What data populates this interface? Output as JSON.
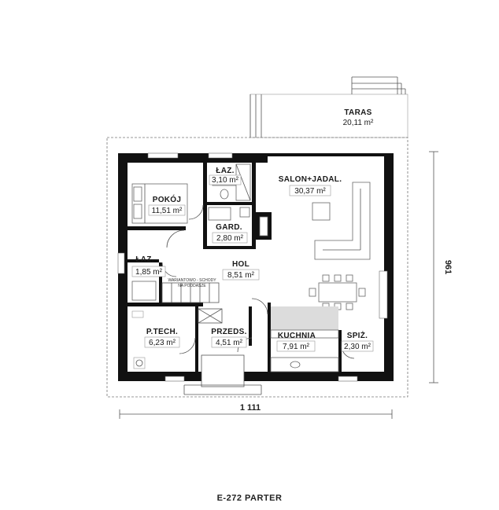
{
  "plan": {
    "caption": "E-272 PARTER",
    "dimensions": {
      "width": "1 111",
      "depth": "961"
    },
    "rooms": {
      "taras": {
        "name": "TARAS",
        "area": "20,11 m²"
      },
      "lazienka": {
        "name": "ŁAZ.",
        "area": "3,10 m²"
      },
      "pokoj": {
        "name": "POKÓJ",
        "area": "11,51 m²"
      },
      "salon": {
        "name": "SALON+JADAL.",
        "area": "30,37 m²"
      },
      "gard": {
        "name": "GARD.",
        "area": "2,80 m²"
      },
      "laz2": {
        "name": "ŁAZ.",
        "area": "1,85 m²"
      },
      "hol": {
        "name": "HOL",
        "area": "8,51 m²"
      },
      "ptech": {
        "name": "P.TECH.",
        "area": "6,23 m²"
      },
      "przeds": {
        "name": "PRZEDS.",
        "area": "4,51 m²"
      },
      "kuchnia": {
        "name": "KUCHNIA",
        "area": "7,91 m²"
      },
      "spiz": {
        "name": "SPIŻ.",
        "area": "2,30 m²"
      }
    },
    "notes": {
      "stairs_1": "WARIANTOWO - SCHODY",
      "stairs_2": "NA PODDASZE"
    }
  }
}
